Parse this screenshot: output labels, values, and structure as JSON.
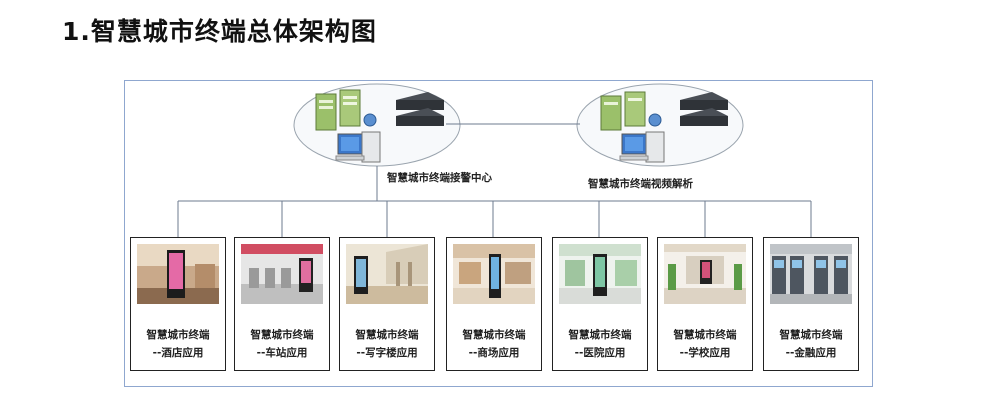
{
  "page": {
    "title": "1.智慧城市终端总体架构图"
  },
  "centers": {
    "left_label": "智慧城市终端接警中心",
    "right_label": "智慧城市终端视频解析"
  },
  "apps": [
    {
      "title": "智慧城市终端",
      "sub": "--酒店应用",
      "scene": "hotel"
    },
    {
      "title": "智慧城市终端",
      "sub": "--车站应用",
      "scene": "station"
    },
    {
      "title": "智慧城市终端",
      "sub": "--写字楼应用",
      "scene": "office"
    },
    {
      "title": "智慧城市终端",
      "sub": "--商场应用",
      "scene": "mall"
    },
    {
      "title": "智慧城市终端",
      "sub": "--医院应用",
      "scene": "hospital"
    },
    {
      "title": "智慧城市终端",
      "sub": "--学校应用",
      "scene": "school"
    },
    {
      "title": "智慧城市终端",
      "sub": "--金融应用",
      "scene": "bank"
    }
  ],
  "colors": {
    "frame_border": "#8fa7cf",
    "wire": "#6e7b8f",
    "server_green": "#9bc06a",
    "device_dark": "#2f3338"
  }
}
